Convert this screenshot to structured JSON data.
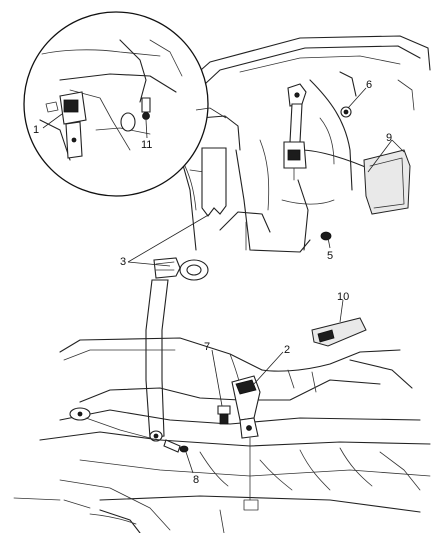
{
  "callouts": {
    "c1": "1",
    "c2": "2",
    "c3": "3",
    "c5": "5",
    "c6": "6",
    "c7": "7",
    "c8": "8",
    "c9": "9",
    "c10": "10",
    "c11": "11"
  },
  "colors": {
    "line": "#222222",
    "background": "#ffffff",
    "shade": "#e9e9e9"
  }
}
